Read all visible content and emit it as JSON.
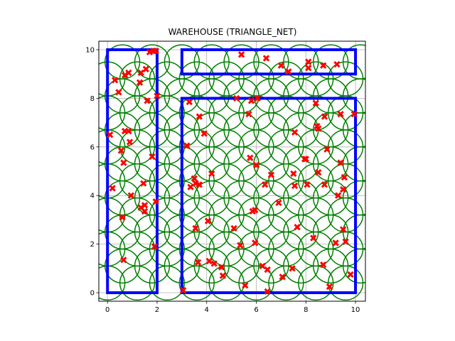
{
  "chart_data": {
    "type": "scatter",
    "title": "WAREHOUSE (TRIANGLE_NET)",
    "xlabel": "",
    "ylabel": "",
    "xlim": [
      -0.35,
      10.4
    ],
    "ylim": [
      -0.35,
      10.35
    ],
    "xticks": [
      0,
      2,
      4,
      6,
      8,
      10
    ],
    "yticks": [
      0,
      2,
      4,
      6,
      8,
      10
    ],
    "xtick_labels": [
      "0",
      "2",
      "4",
      "6",
      "8",
      "10"
    ],
    "ytick_labels": [
      "0",
      "2",
      "4",
      "6",
      "8",
      "10"
    ],
    "grid": true,
    "colors": {
      "walls": "#0000ff",
      "circles": "#008000",
      "points": "#ff0000",
      "grid": "#b0b0b0"
    },
    "walls": [
      {
        "x0": 0,
        "y0": 0,
        "x1": 2,
        "y1": 10
      },
      {
        "x0": 3,
        "y0": 9,
        "x1": 10,
        "y1": 10
      },
      {
        "x0": 3,
        "y0": 0,
        "x1": 10,
        "y1": 8
      }
    ],
    "circle_radius": 0.7,
    "circle_grid": {
      "col_spacing": 1.2,
      "row_spacing": 0.7,
      "even_row_x0": 0.0,
      "odd_row_x0": 0.6,
      "y0": 0.4,
      "rows": 14,
      "cols": 10
    },
    "points": [
      [
        0.1,
        6.5
      ],
      [
        0.2,
        4.3
      ],
      [
        0.3,
        8.75
      ],
      [
        0.45,
        8.25
      ],
      [
        0.55,
        5.85
      ],
      [
        0.6,
        3.1
      ],
      [
        0.65,
        5.35
      ],
      [
        0.65,
        1.35
      ],
      [
        0.7,
        6.65
      ],
      [
        0.7,
        8.95
      ],
      [
        0.85,
        9.05
      ],
      [
        0.85,
        6.65
      ],
      [
        0.9,
        6.2
      ],
      [
        0.95,
        4.0
      ],
      [
        1.3,
        8.65
      ],
      [
        1.35,
        3.5
      ],
      [
        1.35,
        9.05
      ],
      [
        1.45,
        4.5
      ],
      [
        1.5,
        3.35
      ],
      [
        1.5,
        3.6
      ],
      [
        1.55,
        9.2
      ],
      [
        1.6,
        7.9
      ],
      [
        1.7,
        9.9
      ],
      [
        1.8,
        5.6
      ],
      [
        1.85,
        9.95
      ],
      [
        1.9,
        1.9
      ],
      [
        1.95,
        9.95
      ],
      [
        1.95,
        3.75
      ],
      [
        2.0,
        8.1
      ],
      [
        3.05,
        0.1
      ],
      [
        3.2,
        6.05
      ],
      [
        3.3,
        7.85
      ],
      [
        3.35,
        4.35
      ],
      [
        3.5,
        4.7
      ],
      [
        3.55,
        4.5
      ],
      [
        3.55,
        2.65
      ],
      [
        3.65,
        1.25
      ],
      [
        3.7,
        7.25
      ],
      [
        3.7,
        4.45
      ],
      [
        3.9,
        6.55
      ],
      [
        4.05,
        2.95
      ],
      [
        4.1,
        1.3
      ],
      [
        4.2,
        4.9
      ],
      [
        4.3,
        1.2
      ],
      [
        4.6,
        1.05
      ],
      [
        4.65,
        0.7
      ],
      [
        5.1,
        2.65
      ],
      [
        5.2,
        8.0
      ],
      [
        5.35,
        1.95
      ],
      [
        5.4,
        9.8
      ],
      [
        5.55,
        0.3
      ],
      [
        5.7,
        7.35
      ],
      [
        5.75,
        5.55
      ],
      [
        5.8,
        7.9
      ],
      [
        5.85,
        3.35
      ],
      [
        5.95,
        3.4
      ],
      [
        5.95,
        2.05
      ],
      [
        6.0,
        5.25
      ],
      [
        6.05,
        8.0
      ],
      [
        6.25,
        1.1
      ],
      [
        6.35,
        4.45
      ],
      [
        6.4,
        9.65
      ],
      [
        6.45,
        0.05
      ],
      [
        6.45,
        0.95
      ],
      [
        6.6,
        4.85
      ],
      [
        6.9,
        3.7
      ],
      [
        7.0,
        9.35
      ],
      [
        7.05,
        0.65
      ],
      [
        7.3,
        9.1
      ],
      [
        7.45,
        1.0
      ],
      [
        7.5,
        4.9
      ],
      [
        7.55,
        4.4
      ],
      [
        7.55,
        6.6
      ],
      [
        7.65,
        2.7
      ],
      [
        7.95,
        5.5
      ],
      [
        8.0,
        5.5
      ],
      [
        8.05,
        4.45
      ],
      [
        8.1,
        9.25
      ],
      [
        8.1,
        9.5
      ],
      [
        8.3,
        2.25
      ],
      [
        8.4,
        7.8
      ],
      [
        8.45,
        6.85
      ],
      [
        8.5,
        6.75
      ],
      [
        8.5,
        4.95
      ],
      [
        8.7,
        1.15
      ],
      [
        8.7,
        9.35
      ],
      [
        8.75,
        7.25
      ],
      [
        8.75,
        4.45
      ],
      [
        8.85,
        5.9
      ],
      [
        8.95,
        0.25
      ],
      [
        9.2,
        2.05
      ],
      [
        9.25,
        9.4
      ],
      [
        9.3,
        4.0
      ],
      [
        9.4,
        7.35
      ],
      [
        9.4,
        5.35
      ],
      [
        9.5,
        4.25
      ],
      [
        9.5,
        2.6
      ],
      [
        9.55,
        4.75
      ],
      [
        9.6,
        2.1
      ],
      [
        9.8,
        0.75
      ],
      [
        9.95,
        7.35
      ]
    ]
  }
}
